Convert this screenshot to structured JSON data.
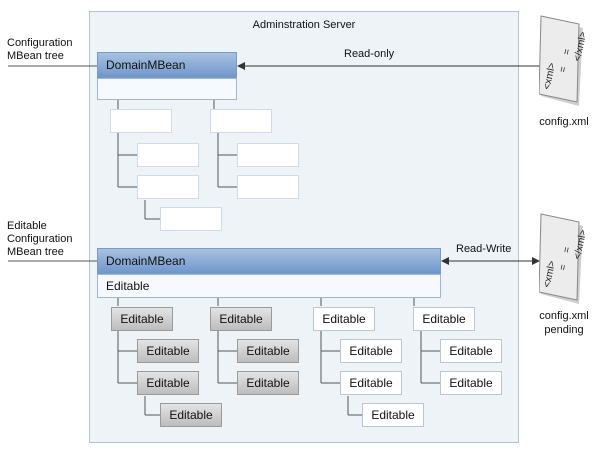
{
  "server_title": "Adminstration Server",
  "left_labels": {
    "config_tree": [
      "Configuration",
      "MBean tree"
    ],
    "editable_tree": [
      "Editable",
      "Configuration",
      "MBean tree"
    ]
  },
  "top_tree": {
    "header": "DomainMBean"
  },
  "bottom_tree": {
    "header": "DomainMBean",
    "sub": "Editable",
    "node_label": "Editable"
  },
  "arrows": {
    "read_only": "Read-only",
    "read_write": "Read-Write"
  },
  "files": {
    "config": {
      "caption": "config.xml",
      "tag_open": "<xml>",
      "tag_close": "</xml>"
    },
    "pending": {
      "caption": [
        "config.xml",
        "pending"
      ],
      "tag_open": "<xml>",
      "tag_close": "</xml>"
    }
  }
}
